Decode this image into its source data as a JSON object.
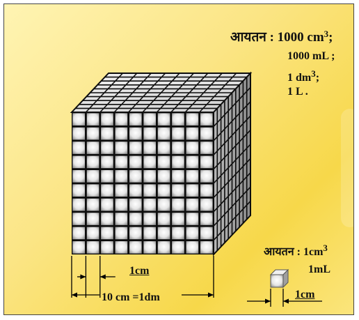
{
  "big_cube": {
    "volume_label": "आयतन",
    "volume_value": ": 1000 cm",
    "volume_exp": "3",
    "volume_suffix": ";",
    "equiv_ml": "1000 mL ;",
    "equiv_dm_base": "1 dm",
    "equiv_dm_exp": "3",
    "equiv_dm_suffix": ";",
    "equiv_l": "1 L .",
    "unit_dim": "1cm",
    "edge_dim": "10 cm =1dm",
    "grid_count": 10
  },
  "small_cube": {
    "volume_label": "आयतन",
    "volume_value": ": 1cm",
    "volume_exp": "3",
    "equiv_ml": "1mL",
    "edge_dim": "1cm"
  },
  "colors": {
    "background": "#f7d84a",
    "cube_edge": "#0d0d0d",
    "cell_fill": "#dedede"
  }
}
